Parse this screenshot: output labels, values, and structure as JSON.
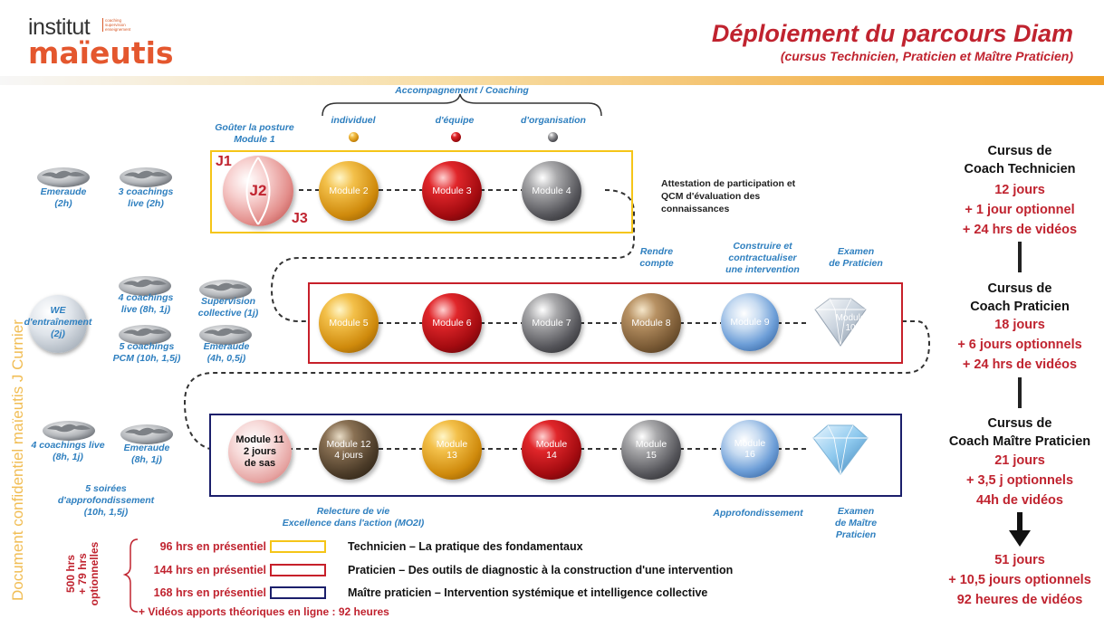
{
  "logo": {
    "top": "institut",
    "tag_lines": [
      "coaching",
      "supervision",
      "enseignement"
    ],
    "main": "maïeutis"
  },
  "header": {
    "title": "Déploiement du parcours Diam",
    "subtitle": "(cursus Technicien, Praticien et Maître Praticien)"
  },
  "side_text": "Document confidentiel maïeutis J Curnier",
  "colors": {
    "red": "#c0232f",
    "blue": "#2e7fbf",
    "technicien_frame": "#f5c518",
    "praticien_frame": "#c7202a",
    "maitre_frame": "#1b1f6b"
  },
  "top_labels": {
    "accompagnement": "Accompagnement / Coaching",
    "individuel": "individuel",
    "equipe": "d'équipe",
    "organisation": "d'organisation",
    "gouter": "Goûter la posture",
    "module1": "Module 1"
  },
  "row1": {
    "left_items": [
      {
        "icon": "globe-icon",
        "label": "Emeraude\n(2h)"
      },
      {
        "icon": "globe-icon",
        "label": "3 coachings\nlive (2h)"
      }
    ],
    "j1": "J1",
    "j2": "J2",
    "j3": "J3",
    "modules": [
      "Module 2",
      "Module 3",
      "Module 4"
    ],
    "attestation": "Attestation de participation et\nQCM d'évaluation des\nconnaissances"
  },
  "row2": {
    "top_labels": {
      "rendre": "Rendre\ncompte",
      "construire": "Construire et\ncontractualiser\nune intervention",
      "examen": "Examen\nde Praticien"
    },
    "left_items": [
      {
        "icon": "round-globe-icon",
        "label": "WE\nd'entraînement\n(2j)"
      },
      {
        "icon": "globe-icon",
        "label": "4 coachings\nlive (8h, 1j)"
      },
      {
        "icon": "globe-icon",
        "label": "Supervision\ncollective (1j)"
      },
      {
        "icon": "globe-icon",
        "label": "5 coachings\nPCM (10h, 1,5j)"
      },
      {
        "icon": "globe-icon",
        "label": "Emeraude\n(4h, 0,5j)"
      }
    ],
    "modules": [
      "Module 5",
      "Module 6",
      "Module 7",
      "Module 8",
      "Module 9",
      "Module\n10"
    ]
  },
  "row3": {
    "left_items": [
      {
        "icon": "globe-icon",
        "label": "4 coachings live\n(8h, 1j)"
      },
      {
        "icon": "globe-icon",
        "label": "Emeraude\n(8h, 1j)"
      },
      {
        "icon": "none",
        "label": "5 soirées\nd'approfondissement\n(10h, 1,5j)"
      }
    ],
    "modules": [
      "Module 11\n2 jours\nde sas",
      "Module 12\n4 jours",
      "Module\n13",
      "Module\n14",
      "Module\n15",
      "Module\n16"
    ],
    "bottom_labels": {
      "relecture": "Relecture de vie\nExcellence dans l'action (MO2I)",
      "approfondissement": "Approfondissement",
      "examen": "Examen\nde Maître\nPraticien"
    }
  },
  "legend": {
    "total": "500 hrs\n+ 79 hrs\noptionnelles",
    "rows": [
      {
        "hours": "96 hrs en présentiel",
        "label": "Technicien – La pratique des fondamentaux"
      },
      {
        "hours": "144 hrs en présentiel",
        "label": "Praticien – Des outils de diagnostic à la construction d'une intervention"
      },
      {
        "hours": "168 hrs en présentiel",
        "label": "Maître praticien – Intervention systémique et intelligence collective"
      }
    ],
    "videos": "+ Vidéos apports théoriques en ligne : 92 heures"
  },
  "cursus": [
    {
      "title": "Cursus de\nCoach Technicien",
      "lines": [
        "12 jours",
        "+ 1 jour optionnel",
        "+ 24 hrs de vidéos"
      ]
    },
    {
      "title": "Cursus de\nCoach Praticien",
      "lines": [
        "18 jours",
        "+ 6 jours optionnels",
        "+ 24 hrs de vidéos"
      ]
    },
    {
      "title": "Cursus de\nCoach Maître Praticien",
      "lines": [
        "21 jours",
        "+ 3,5 j optionnels",
        "44h de vidéos"
      ]
    }
  ],
  "total": [
    "51 jours",
    "+ 10,5 jours optionnels",
    "92 heures de vidéos"
  ]
}
